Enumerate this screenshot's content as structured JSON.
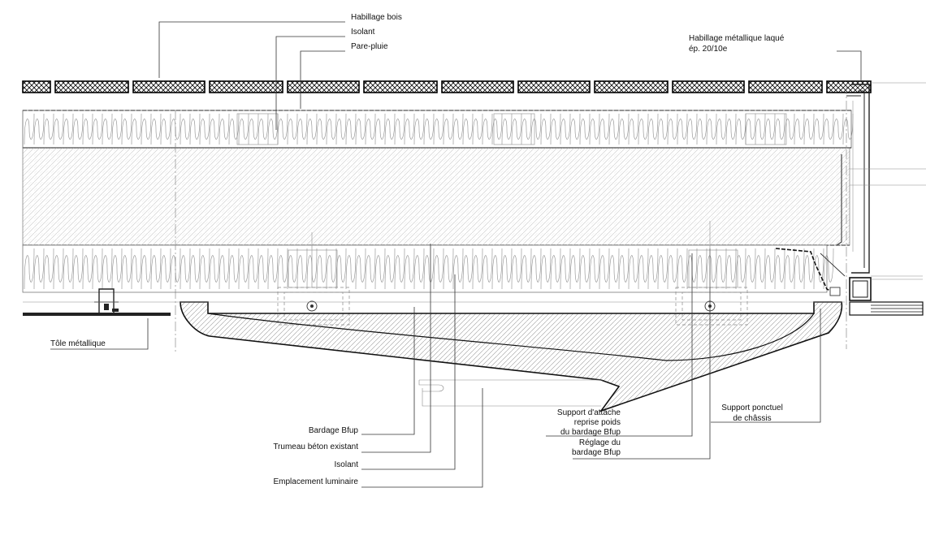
{
  "labels": {
    "habillage_bois": "Habillage bois",
    "isolant_top": "Isolant",
    "pare_pluie": "Pare-pluie",
    "habillage_metal_1": "Habillage métallique laqué",
    "habillage_metal_2": "ép. 20/10e",
    "tole_metallique": "Tôle métallique",
    "bardage_bfup": "Bardage Bfup",
    "trumeau_beton": "Trumeau béton existant",
    "isolant_bottom": "Isolant",
    "emplacement_luminaire": "Emplacement luminaire",
    "support_attache_1": "Support d'attache",
    "support_attache_2": "reprise poids",
    "support_attache_3": "du bardage Bfup",
    "reglage_1": "Réglage du",
    "reglage_2": "bardage Bfup",
    "support_ponctuel_1": "Support ponctuel",
    "support_ponctuel_2": "de châssis"
  },
  "icons": {
    "bolt": "bolt-circle-icon",
    "bracket": "u-bracket-icon"
  }
}
